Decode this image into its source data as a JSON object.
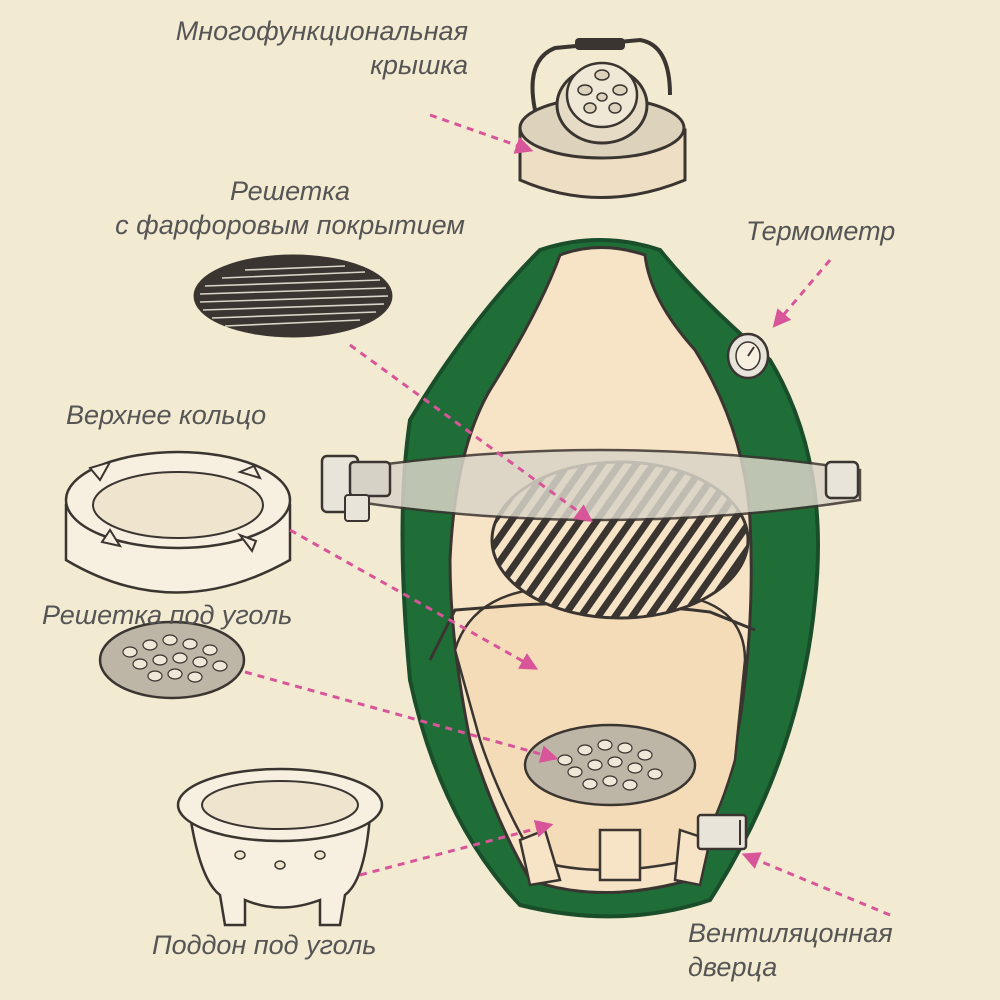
{
  "labels": {
    "lid": [
      "Многофункциональная",
      "крышка"
    ],
    "grate": [
      "Решетка",
      "с фарфоровым покрытием"
    ],
    "thermometer": "Термометр",
    "upper_ring": "Верхнее кольцо",
    "coal_grate": "Решетка под уголь",
    "coal_tray": "Поддон под уголь",
    "vent_door": [
      "Вентиляцонная",
      "дверца"
    ]
  },
  "colors": {
    "background": "#f3ead2",
    "shell_green": "#1f6e38",
    "ceramic": "#f7e3c6",
    "outline": "#3a3530",
    "arrow": "#d8559a",
    "text": "#555555"
  }
}
